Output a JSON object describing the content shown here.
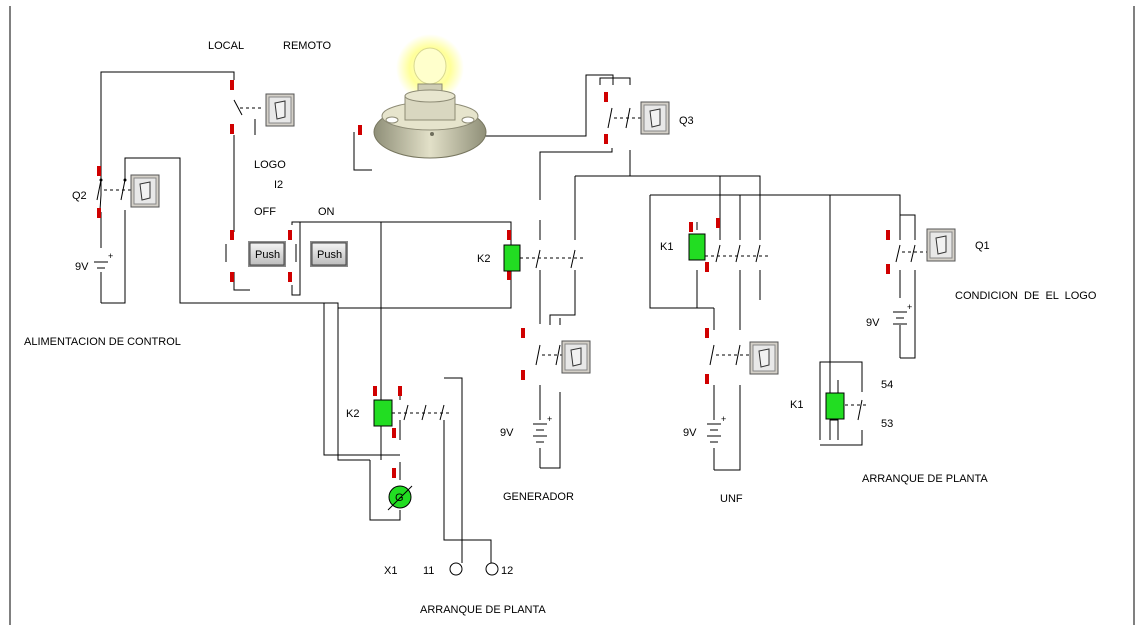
{
  "labels": {
    "local": "LOCAL",
    "remoto": "REMOTO",
    "logo": "LOGO",
    "i2": "I2",
    "off": "OFF",
    "on": "ON",
    "q2": "Q2",
    "q3": "Q3",
    "q1": "Q1",
    "k2_top": "K2",
    "k1_top": "K1",
    "k2_bottom": "K2",
    "k1_bottom": "K1",
    "v9_left": "9V",
    "v9_gen": "9V",
    "v9_unf": "9V",
    "v9_cond": "9V",
    "alimentacion": "ALIMENTACION DE CONTROL",
    "generador": "GENERADOR",
    "unf": "UNF",
    "condicion": "CONDICION  DE  EL  LOGO",
    "arranque_right": "ARRANQUE DE PLANTA",
    "arranque_bottom": "ARRANQUE DE PLANTA",
    "x1": "X1",
    "t11": "11",
    "t12": "12",
    "t54": "54",
    "t53": "53",
    "gen_symbol": "G"
  },
  "buttons": {
    "push_off": "Push",
    "push_on": "Push"
  },
  "colors": {
    "coil": "#22dd22",
    "flag": "#d00000",
    "button_face": "#d4d0c8",
    "lamp_glow": "#ffff99"
  },
  "icons": {
    "lamp": "bulb-socket-icon",
    "toggle": "toggle-switch-icon",
    "generator": "generator-icon",
    "battery": "battery-icon",
    "terminal": "terminal-icon"
  }
}
